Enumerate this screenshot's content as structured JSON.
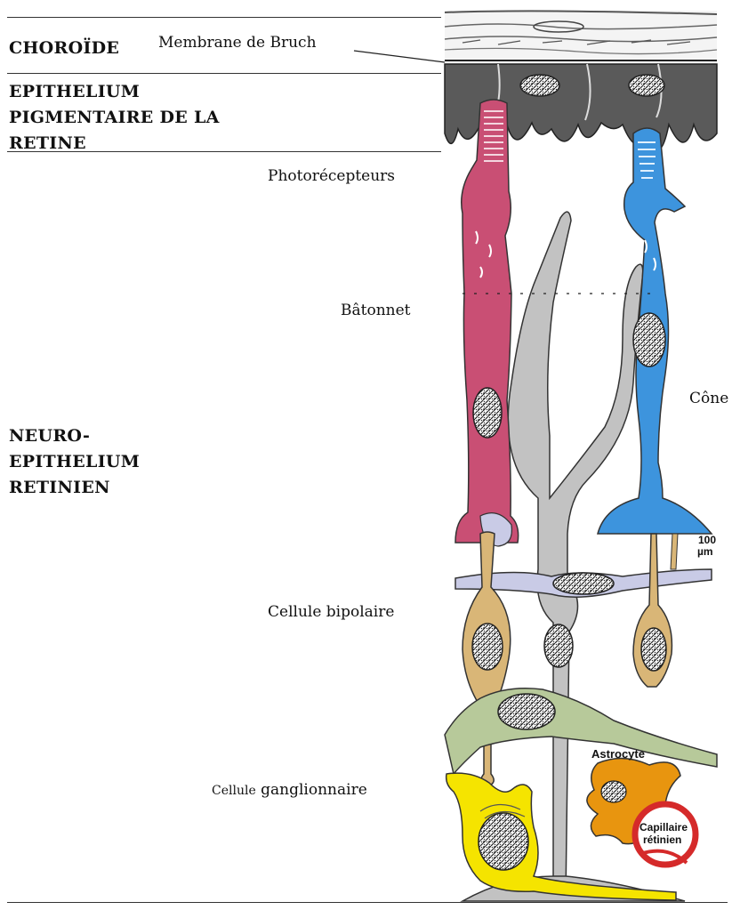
{
  "layers": {
    "choroide": "CHOROÏDE",
    "epithelium_line1": "EPITHELIUM",
    "epithelium_line2": "PIGMENTAIRE DE LA",
    "epithelium_line3": "RETINE",
    "neuro_line1": "NEURO-",
    "neuro_line2": "EPITHELIUM",
    "neuro_line3": "RETINIEN"
  },
  "labels": {
    "bruch": "Membrane de Bruch",
    "photorecepteurs": "Photorécepteurs",
    "batonnet": "Bâtonnet",
    "cone": "Cône",
    "bipolaire": "Cellule bipolaire",
    "ganglionnaire_prefix": "Cellule",
    "ganglionnaire": "ganglionnaire"
  },
  "figure_text": {
    "scale_value": "100",
    "scale_unit": "µm",
    "astrocyte": "Astrocyte",
    "capillaire_1": "Capillaire",
    "capillaire_2": "rétinien"
  },
  "colors": {
    "rod": "#c94f74",
    "cone": "#3d94dd",
    "muller": "#bdbdbd",
    "bipolar": "#d9b677",
    "horizontal": "#c9cbe6",
    "amacrine": "#b7c99a",
    "ganglion": "#f5e400",
    "astrocyte": "#e8950f",
    "capillary": "#d52a2a",
    "epithelium": "#555555"
  }
}
